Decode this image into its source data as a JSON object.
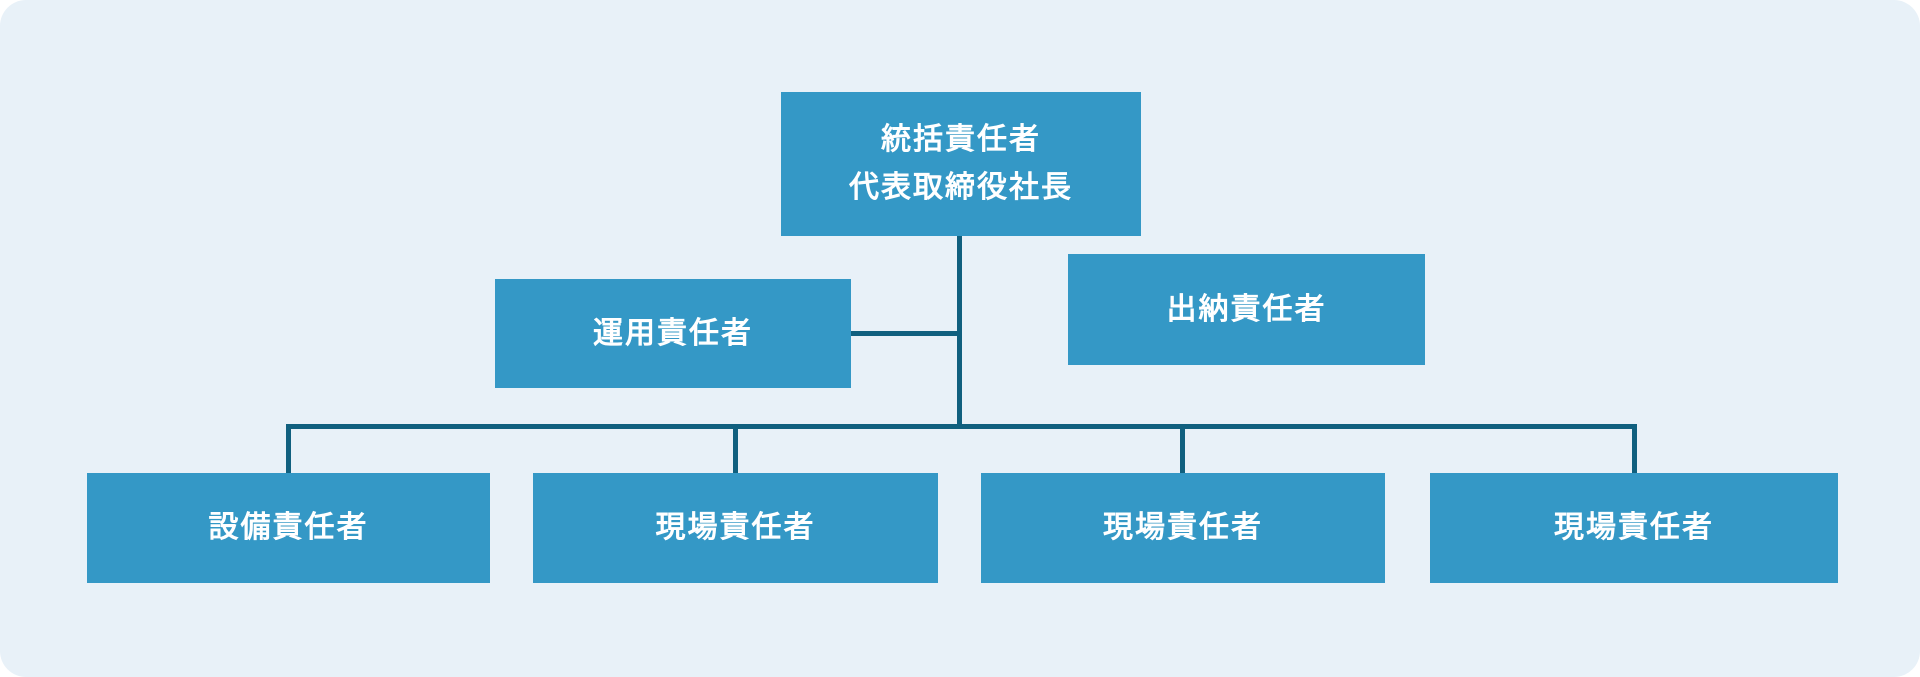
{
  "colors": {
    "page_bg": "#ffffff",
    "panel_bg": "#e8f1f8",
    "node_fill": "#3498c6",
    "node_text": "#ffffff",
    "connector": "#10607f"
  },
  "org_chart": {
    "type": "organization-chart",
    "root": {
      "label_line1": "統括責任者",
      "label_line2": "代表取締役社長"
    },
    "middle": [
      {
        "label": "運用責任者"
      },
      {
        "label": "出納責任者"
      }
    ],
    "bottom": [
      {
        "label": "設備責任者"
      },
      {
        "label": "現場責任者"
      },
      {
        "label": "現場責任者"
      },
      {
        "label": "現場責任者"
      }
    ]
  }
}
